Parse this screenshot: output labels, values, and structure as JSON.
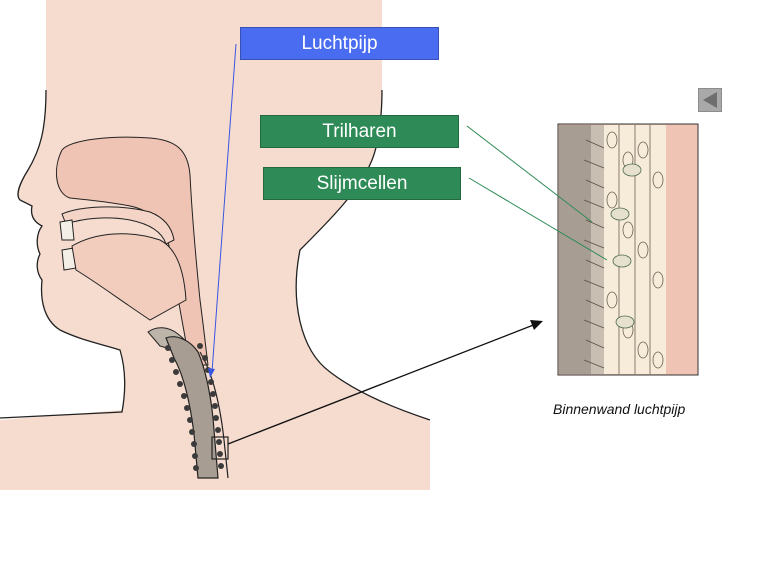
{
  "labels": {
    "trachea": "Luchtpijp",
    "cilia": "Trilharen",
    "mucus_cells": "Slijmcellen"
  },
  "caption": "Binnenwand luchtpijp",
  "colors": {
    "trachea_label_bg": "#4a6cf0",
    "green_label_bg": "#2e8b57",
    "skin": "#f6dccf",
    "tissue": "#efc4b4",
    "airway_gray": "#a89d92",
    "cartilage": "#d9d2c8",
    "epithelium": "#f7ecd9"
  },
  "controls": {
    "back_icon": "triangle-left-icon"
  }
}
